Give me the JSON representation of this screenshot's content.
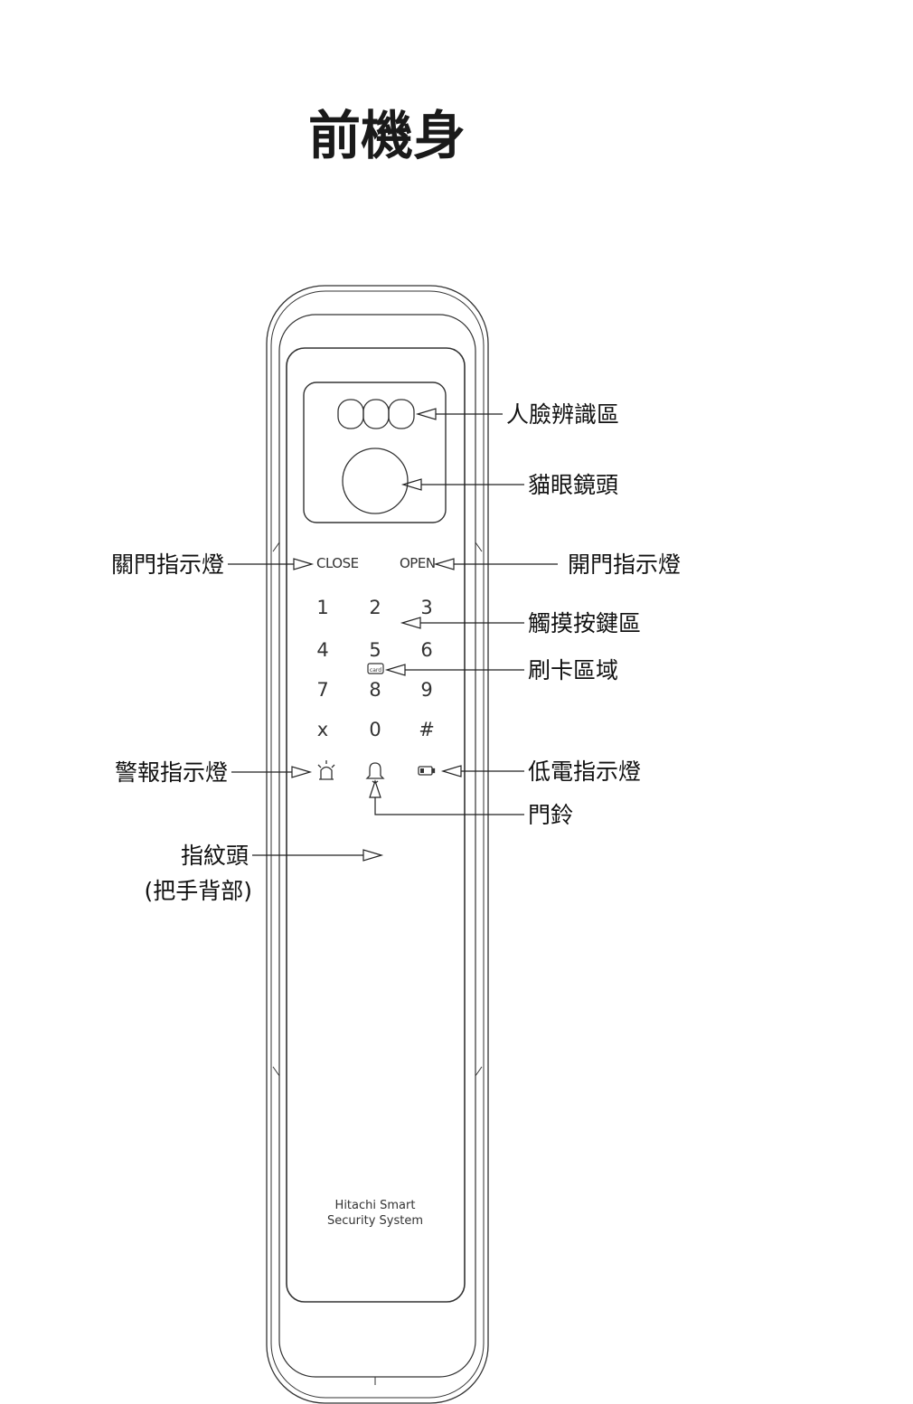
{
  "title": "前機身",
  "callouts": {
    "face_recognition": "人臉辨識區",
    "peephole_lens": "貓眼鏡頭",
    "close_indicator": "關門指示燈",
    "open_indicator": "開門指示燈",
    "touch_keypad": "觸摸按鍵區",
    "card_area": "刷卡區域",
    "alarm_indicator": "警報指示燈",
    "low_battery_indicator": "低電指示燈",
    "doorbell": "門鈴",
    "fingerprint_line1": "指紋頭",
    "fingerprint_line2": "(把手背部)"
  },
  "panel": {
    "close_label": "CLOSE",
    "open_label": "OPEN",
    "card_label": "card",
    "keys": [
      "1",
      "2",
      "3",
      "4",
      "5",
      "6",
      "7",
      "8",
      "9",
      "x",
      "0",
      "#"
    ],
    "brand_line1": "Hitachi  Smart",
    "brand_line2": "Security  System"
  }
}
